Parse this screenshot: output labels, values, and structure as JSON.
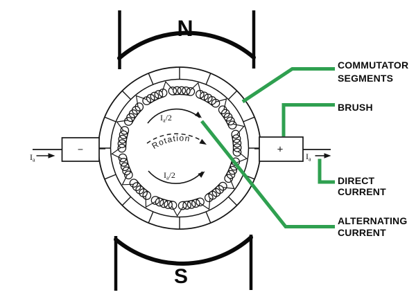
{
  "colors": {
    "callout_green": "#2fa050",
    "ink": "#151515"
  },
  "poles": {
    "north": "N",
    "south": "S"
  },
  "terminals": {
    "left": {
      "sign": "−",
      "current_base": "I",
      "current_sub": "a"
    },
    "right": {
      "sign": "+",
      "current_base": "I",
      "current_sub": "a"
    }
  },
  "armature": {
    "upper_current": {
      "base": "I",
      "sub": "a",
      "rest": "/2"
    },
    "lower_current": {
      "base": "I",
      "sub": "a",
      "rest": "/2"
    },
    "rotation_label": "Rotation",
    "segments_count": 16,
    "coil_groups": 13
  },
  "callouts": {
    "commutator_segments": {
      "line1": "COMMUTATOR",
      "line2": "SEGMENTS"
    },
    "brush": {
      "line1": "BRUSH"
    },
    "direct_current": {
      "line1": "DIRECT",
      "line2": "CURRENT"
    },
    "alternating_current": {
      "line1": "ALTERNATING",
      "line2": "CURRENT"
    }
  }
}
